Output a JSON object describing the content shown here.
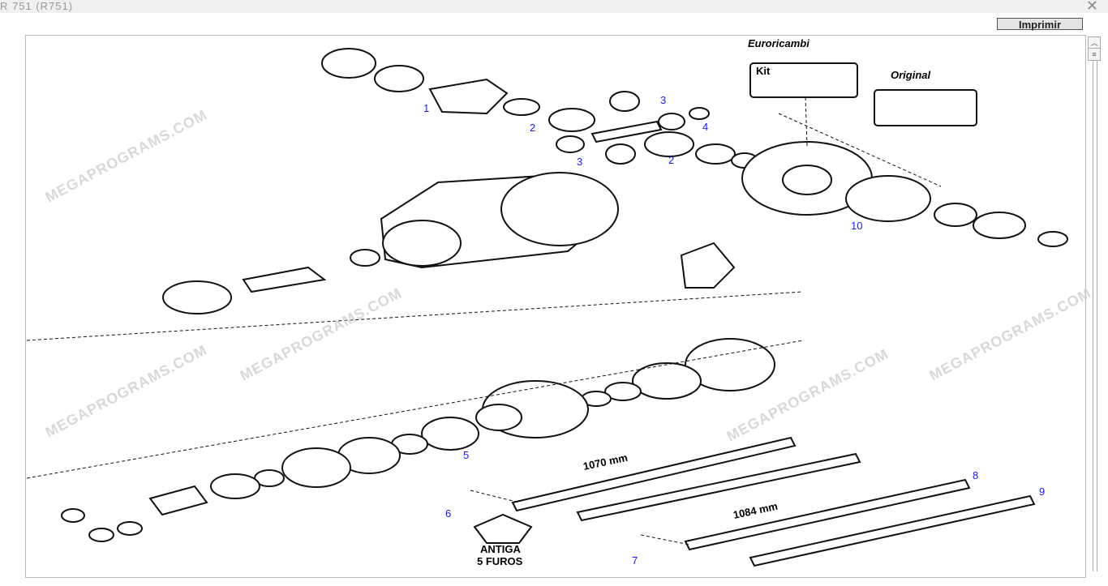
{
  "window": {
    "title": "R 751 (R751)",
    "close_icon": "close-icon"
  },
  "toolbar": {
    "print_label": "Imprimir"
  },
  "diagram": {
    "brand": "Euroricambi",
    "kit_label": "Kit",
    "original_label": "Original",
    "dim_1": "1070 mm",
    "dim_2": "1084 mm",
    "note_line1": "ANTIGA",
    "note_line2": "5 FUROS",
    "callouts": [
      "1",
      "2",
      "3",
      "4",
      "3",
      "2",
      "10",
      "5",
      "6",
      "7",
      "8",
      "9"
    ]
  },
  "watermark": "MEGAPROGRAMS.COM"
}
